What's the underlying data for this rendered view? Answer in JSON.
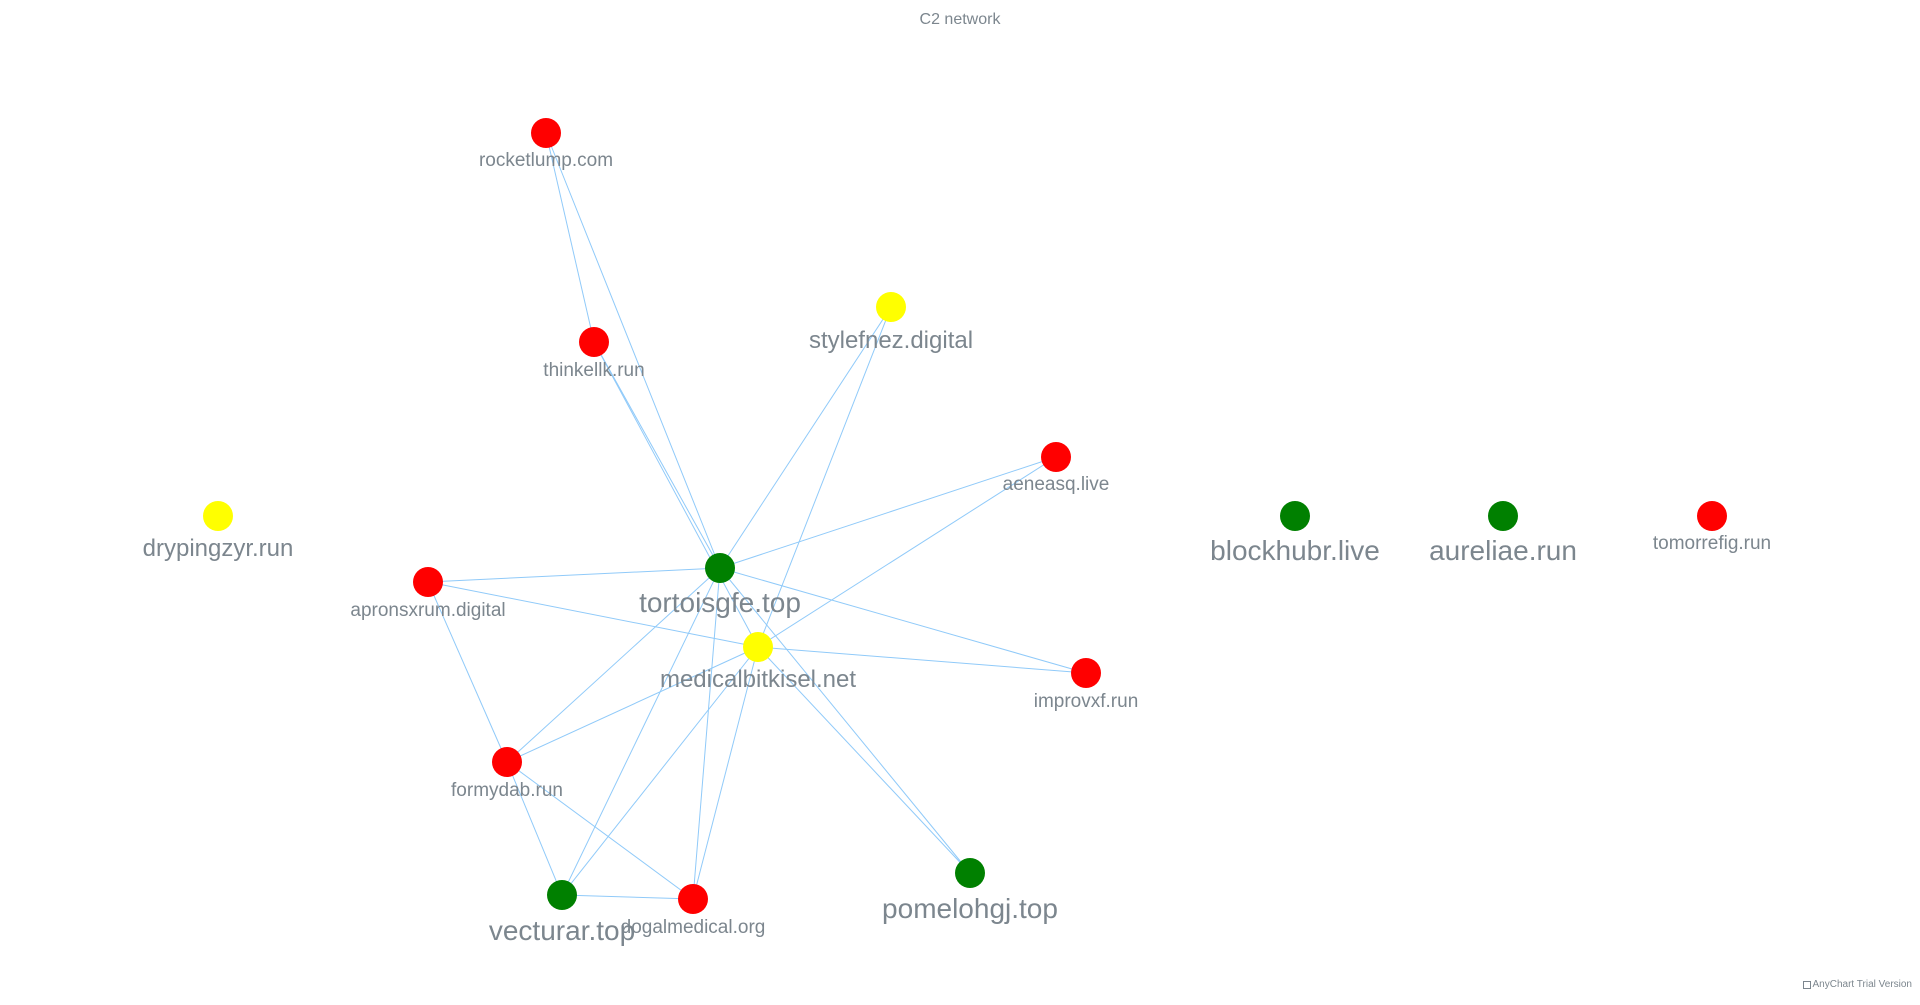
{
  "chart_data": {
    "type": "network",
    "title": "C2 network",
    "colors": {
      "red": "#ff0000",
      "green": "#008000",
      "yellow": "#ffff00",
      "edge": "#90caf9",
      "label": "#7c868e"
    },
    "nodes": [
      {
        "id": "rocketlump",
        "label": "rocketlump.com",
        "color": "red"
      },
      {
        "id": "thinkellk",
        "label": "thinkellk.run",
        "color": "red"
      },
      {
        "id": "stylefnez",
        "label": "stylefnez.digital",
        "color": "yellow"
      },
      {
        "id": "aeneasq",
        "label": "aeneasq.live",
        "color": "red"
      },
      {
        "id": "drypingzyr",
        "label": "drypingzyr.run",
        "color": "yellow"
      },
      {
        "id": "apronsxrum",
        "label": "apronsxrum.digital",
        "color": "red"
      },
      {
        "id": "tortoisgfe",
        "label": "tortoisgfe.top",
        "color": "green"
      },
      {
        "id": "medicalbitkisel",
        "label": "medicalbitkisel.net",
        "color": "yellow"
      },
      {
        "id": "improvxf",
        "label": "improvxf.run",
        "color": "red"
      },
      {
        "id": "formydab",
        "label": "formydab.run",
        "color": "red"
      },
      {
        "id": "vecturar",
        "label": "vecturar.top",
        "color": "green"
      },
      {
        "id": "dogalmedical",
        "label": "dogalmedical.org",
        "color": "red"
      },
      {
        "id": "pomelohgj",
        "label": "pomelohgj.top",
        "color": "green"
      },
      {
        "id": "blockhubr",
        "label": "blockhubr.live",
        "color": "green"
      },
      {
        "id": "aureliae",
        "label": "aureliae.run",
        "color": "green"
      },
      {
        "id": "tomorrefig",
        "label": "tomorrefig.run",
        "color": "red"
      }
    ],
    "edges": [
      [
        "rocketlump",
        "thinkellk"
      ],
      [
        "rocketlump",
        "tortoisgfe"
      ],
      [
        "thinkellk",
        "tortoisgfe"
      ],
      [
        "thinkellk",
        "medicalbitkisel"
      ],
      [
        "stylefnez",
        "tortoisgfe"
      ],
      [
        "stylefnez",
        "medicalbitkisel"
      ],
      [
        "aeneasq",
        "tortoisgfe"
      ],
      [
        "aeneasq",
        "medicalbitkisel"
      ],
      [
        "apronsxrum",
        "tortoisgfe"
      ],
      [
        "apronsxrum",
        "medicalbitkisel"
      ],
      [
        "apronsxrum",
        "formydab"
      ],
      [
        "tortoisgfe",
        "improvxf"
      ],
      [
        "tortoisgfe",
        "formydab"
      ],
      [
        "tortoisgfe",
        "vecturar"
      ],
      [
        "tortoisgfe",
        "dogalmedical"
      ],
      [
        "tortoisgfe",
        "pomelohgj"
      ],
      [
        "medicalbitkisel",
        "improvxf"
      ],
      [
        "medicalbitkisel",
        "formydab"
      ],
      [
        "medicalbitkisel",
        "vecturar"
      ],
      [
        "medicalbitkisel",
        "dogalmedical"
      ],
      [
        "medicalbitkisel",
        "pomelohgj"
      ],
      [
        "formydab",
        "vecturar"
      ],
      [
        "formydab",
        "dogalmedical"
      ],
      [
        "vecturar",
        "dogalmedical"
      ]
    ]
  },
  "credits": {
    "text": "AnyChart Trial Version"
  }
}
